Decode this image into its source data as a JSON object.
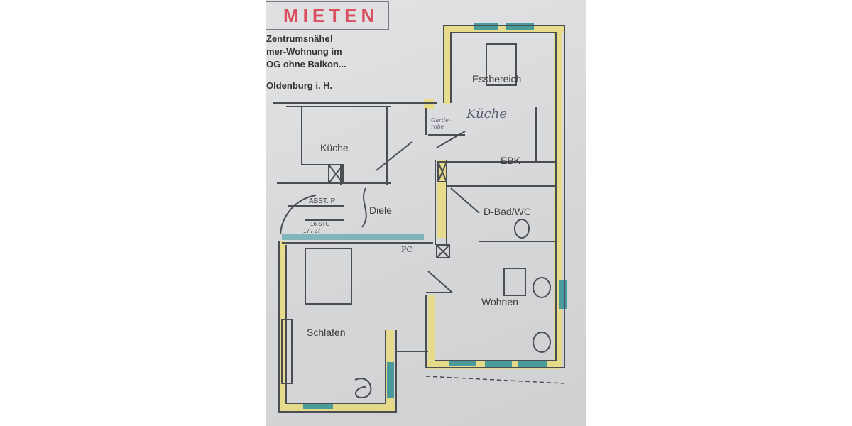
{
  "flyer": {
    "headline": "MIETEN",
    "lines": [
      "Zentrumsnähe!",
      "mer-Wohnung im",
      "OG ohne Balkon...",
      "Oldenburg i. H."
    ]
  },
  "rooms": {
    "essbereich": "Essbereich",
    "kueche_main": "Küche",
    "garderobe": [
      "Garde-",
      "robe"
    ],
    "ebk": "EBK",
    "kueche_left": "Küche",
    "diele": "Diele",
    "bad": "D-Bad/WC",
    "wohnen": "Wohnen",
    "schlafen": "Schlafen",
    "pc": "PC",
    "abst": "ABST. P",
    "stairs": [
      "16 STG",
      "17 / 27"
    ]
  },
  "colors": {
    "paper": "#d9dadc",
    "wall_line": "#4a4d52",
    "wall_fill_yellow": "#e9dc7e",
    "window_teal": "#2f8f9d",
    "headline_red": "#d9505e"
  }
}
